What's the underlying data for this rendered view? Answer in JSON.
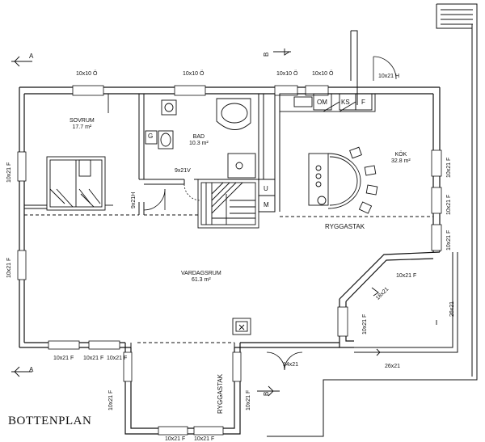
{
  "title": "BOTTENPLAN",
  "rooms": {
    "sovrum": {
      "name": "SOVRUM",
      "area": "17.7 m²"
    },
    "bad": {
      "name": "BAD",
      "area": "10.3 m²"
    },
    "kok": {
      "name": "KÖK",
      "area": "32.8 m²"
    },
    "vardagsrum": {
      "name": "VARDAGSRUM",
      "area": "61.3 m²"
    }
  },
  "fixtures": {
    "g": "G",
    "u": "U",
    "m": "M",
    "om": "OM",
    "ks": "KS",
    "f": "F"
  },
  "notes": {
    "ryggastak_1": "RYGGASTAK",
    "ryggastak_2": "RYGGASTAK"
  },
  "window_labels": {
    "top_1": "10x10 Ö",
    "top_2": "10x10 Ö",
    "top_3": "10x10 Ö",
    "top_4": "10x10 Ö",
    "top_door": "10x21 H",
    "left_1": "10x21 F",
    "left_2": "10x21 F",
    "bath_door": "9x21V",
    "bed_door": "9x21H",
    "right_1": "10x21 F",
    "right_2": "10x21 F",
    "right_3": "10x21 F",
    "bay_1": "10x21 F",
    "bay_2": "18x21",
    "bay_3": "10x21 F",
    "terrace_right": "26x21",
    "terrace_bottom": "26x21",
    "bottom_1": "10x21 F",
    "bottom_2": "10x21 F",
    "bottom_3": "10x21 F",
    "entry_left": "10x21 F",
    "entry_right": "10x21 F",
    "entry_door": "14x21",
    "base_1": "10x21 F",
    "base_2": "10x21 F"
  },
  "section_markers": {
    "a": "A",
    "b": "B"
  }
}
